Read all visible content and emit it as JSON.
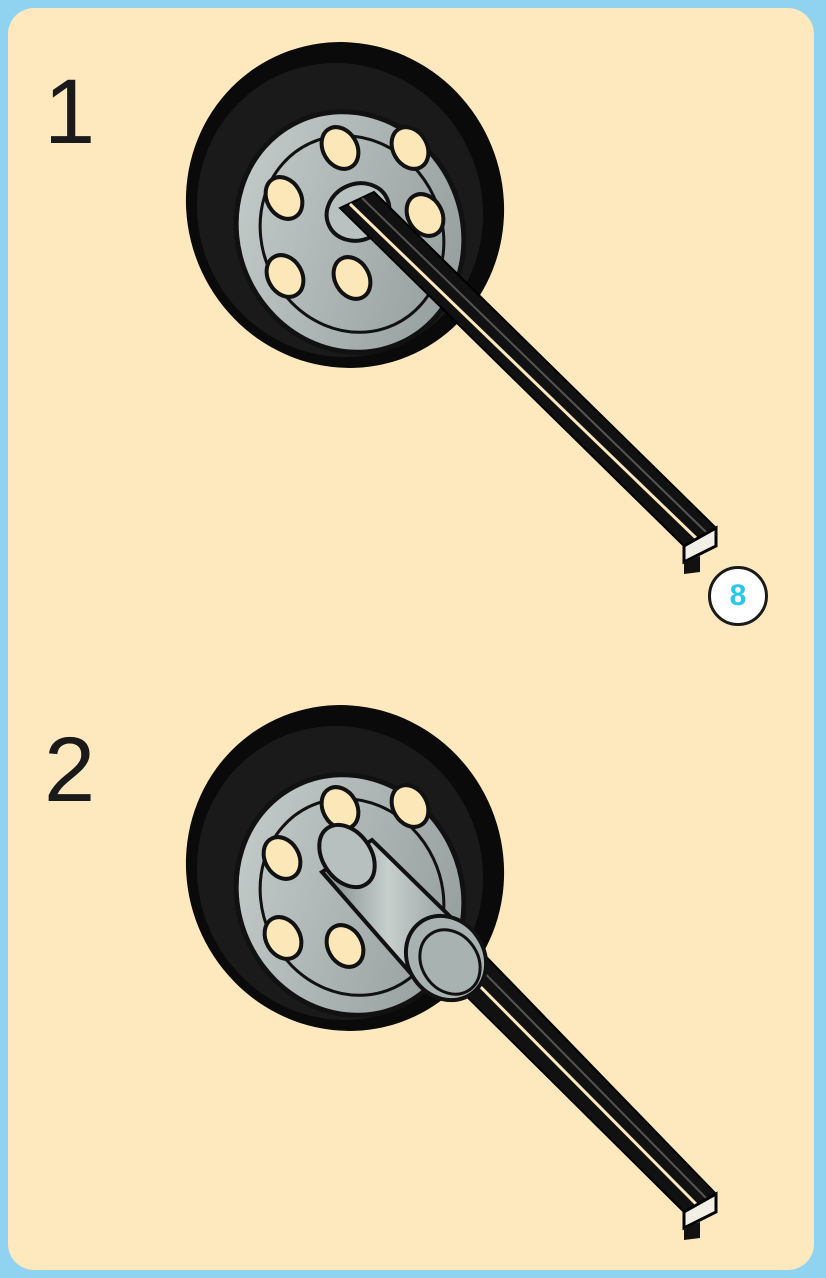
{
  "steps": [
    {
      "number": "1",
      "components": [
        "wheel",
        "axle"
      ],
      "quantity": "8"
    },
    {
      "number": "2",
      "components": [
        "wheel",
        "axle",
        "bushing"
      ]
    }
  ],
  "colors": {
    "background": "#fde9bd",
    "border": "#8fd3f0",
    "tire": "#0a0a0a",
    "hub": "#aeb8b6",
    "axle": "#111111",
    "quantity_text": "#29c6f0"
  }
}
